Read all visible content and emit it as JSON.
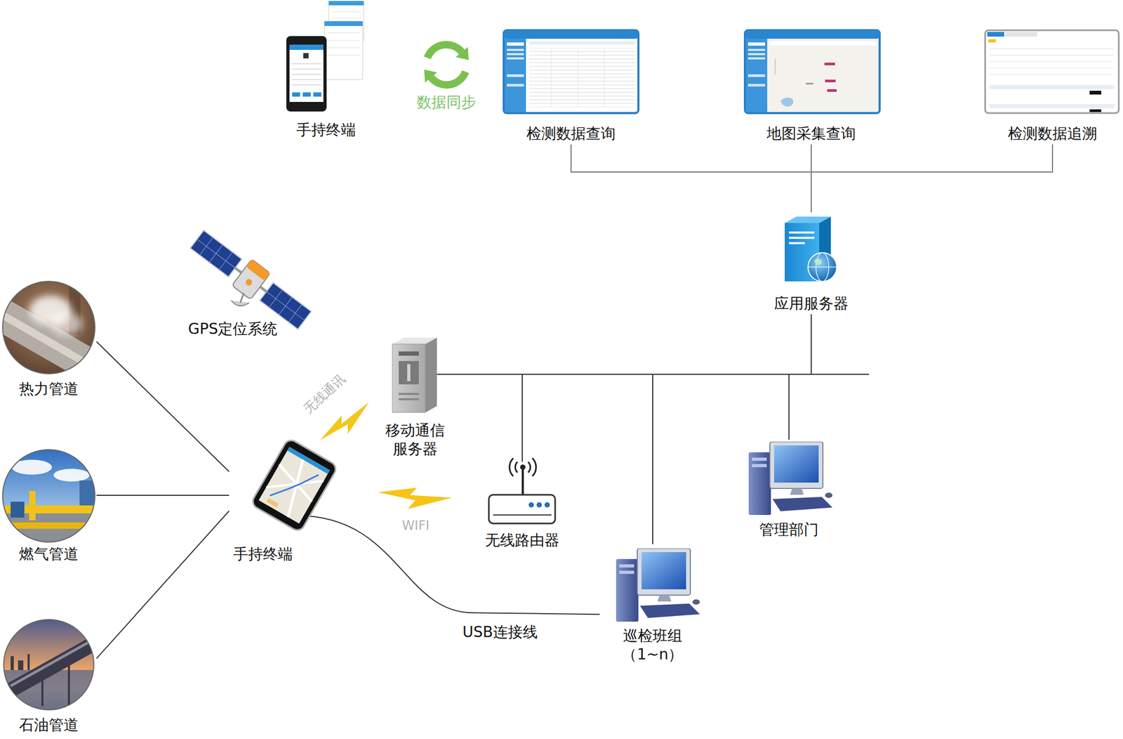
{
  "diagram": {
    "nodes": [
      {
        "text": [
          "手持终端"
        ]
      },
      {
        "text": [
          "检测数据查询"
        ]
      },
      {
        "text": [
          "地图采集查询"
        ]
      },
      {
        "text": [
          "检测数据追溯"
        ]
      },
      {
        "text": [
          "应用服务器"
        ]
      },
      {
        "text": [
          "GPS定位系统"
        ]
      },
      {
        "text": [
          "热力管道"
        ]
      },
      {
        "text": [
          "燃气管道"
        ]
      },
      {
        "text": [
          "石油管道"
        ]
      },
      {
        "text": [
          "移动通信 服务器"
        ]
      },
      {
        "text": [
          "手持终端"
        ]
      },
      {
        "text": [
          "无线路由器"
        ]
      },
      {
        "text": [
          "巡检班组 （1~n）"
        ]
      },
      {
        "text": [
          "管理部门"
        ]
      }
    ],
    "edges": [
      {
        "from": 4,
        "to": 1,
        "arrow": "none"
      },
      {
        "from": 4,
        "to": 2,
        "arrow": "none"
      },
      {
        "from": 4,
        "to": 3,
        "arrow": "none"
      },
      {
        "from": 9,
        "to": 4,
        "arrow": "none"
      },
      {
        "from": 9,
        "to": 11,
        "arrow": "none"
      },
      {
        "from": 9,
        "to": 12,
        "arrow": "none"
      },
      {
        "from": 9,
        "to": 13,
        "arrow": "none"
      },
      {
        "from": 6,
        "to": 10,
        "arrow": "none"
      },
      {
        "from": 7,
        "to": 10,
        "arrow": "none"
      },
      {
        "from": 8,
        "to": 10,
        "arrow": "none"
      },
      {
        "from": 10,
        "to": 12,
        "label": "USB连接线",
        "arrow": "none"
      }
    ],
    "labels": [
      "数据同步",
      "无线通讯",
      "WIFI"
    ]
  }
}
